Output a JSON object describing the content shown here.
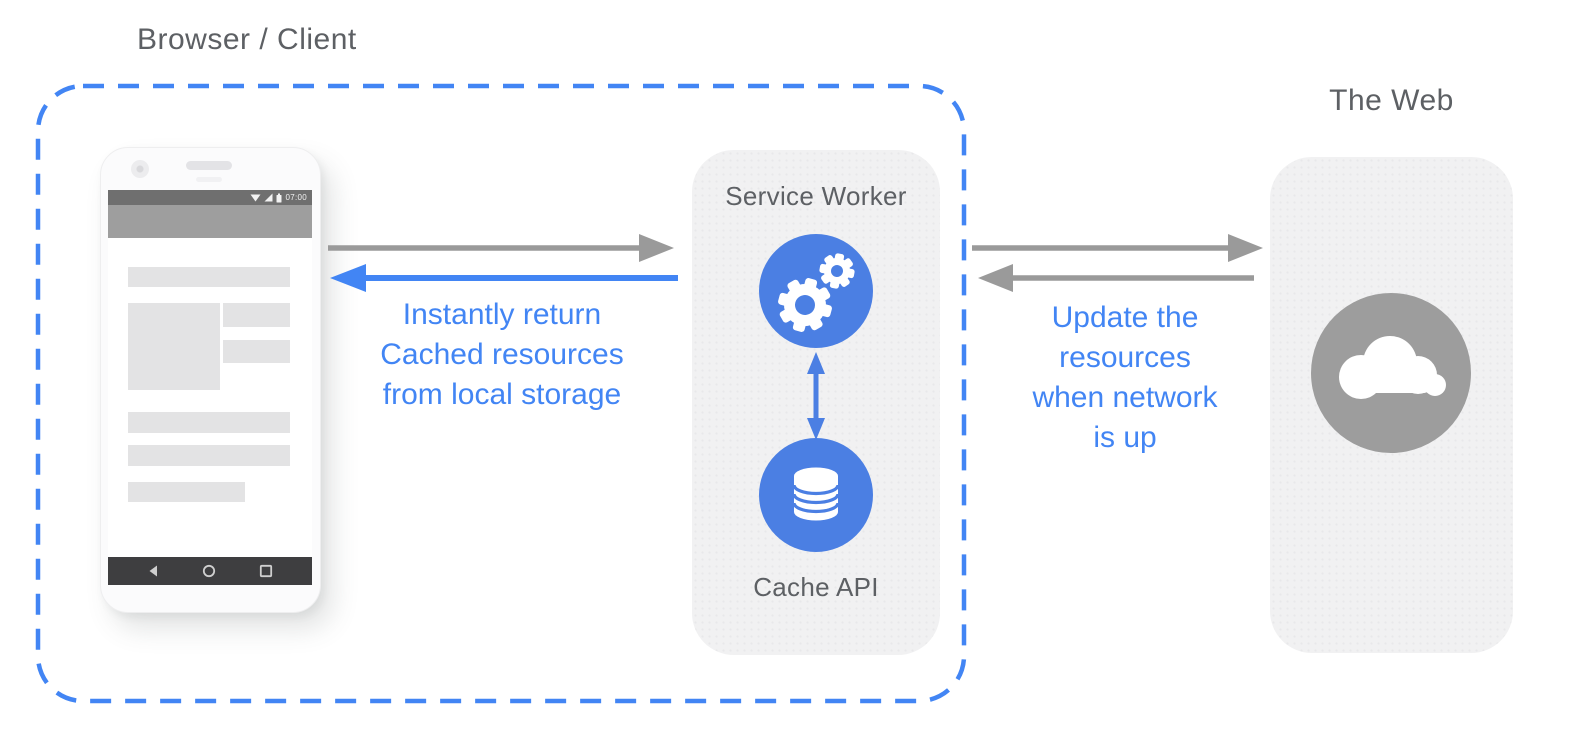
{
  "labels": {
    "browser": "Browser / Client",
    "web": "The Web",
    "service_worker": "Service Worker",
    "cache_api": "Cache API"
  },
  "annotations": {
    "left": {
      "line1": "Instantly return",
      "line2": "Cached resources",
      "line3": "from local storage"
    },
    "right": {
      "line1": "Update the",
      "line2": "resources",
      "line3": "when network",
      "line4": "is up"
    }
  },
  "phone": {
    "status_time": "07:00"
  },
  "icons": {
    "service_worker": "gears-icon",
    "cache_api": "database-icon",
    "the_web": "cloud-icon",
    "phone_status": [
      "wifi-icon",
      "signal-icon",
      "battery-icon"
    ],
    "phone_nav": [
      "back-icon",
      "home-icon",
      "recents-icon"
    ]
  },
  "colors": {
    "blue": "#4285f4",
    "circle_blue": "#4b7fe3",
    "arrow_gray": "#9a9a9a",
    "panel_bg": "#f1f1f2",
    "text_gray": "#5d6064",
    "web_circle_gray": "#9d9d9d",
    "phone_status_bar": "#6f6f6f",
    "phone_app_bar": "#9e9e9e",
    "phone_nav_bar": "#3e3e40",
    "wireframe_block": "#e3e3e4"
  }
}
